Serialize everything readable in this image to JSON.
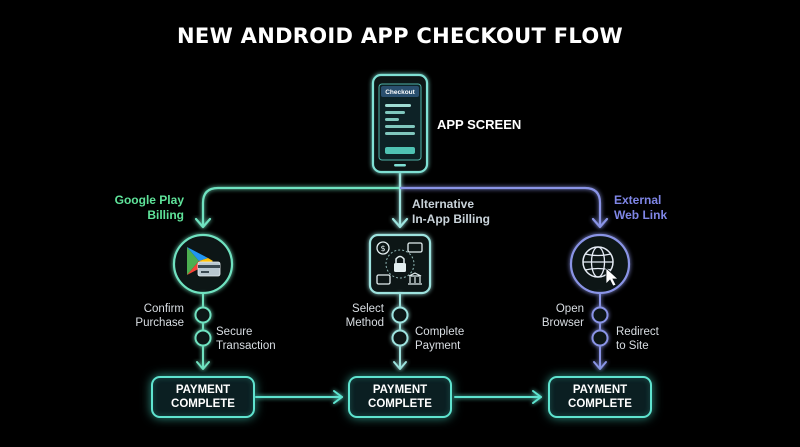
{
  "title": "NEW ANDROID APP CHECKOUT FLOW",
  "phone": {
    "screen_title": "Checkout",
    "label": "APP SCREEN"
  },
  "branches": {
    "google": {
      "line1": "Google Play",
      "line2": "Billing",
      "color": "#5fe39a"
    },
    "alternative": {
      "line1": "Alternative",
      "line2": "In-App Billing",
      "color": "#c9d3da"
    },
    "external": {
      "line1": "External",
      "line2": "Web Link",
      "color": "#7f86e6"
    }
  },
  "steps": {
    "google": [
      {
        "line1": "Confirm",
        "line2": "Purchase"
      },
      {
        "line1": "Secure",
        "line2": "Transaction"
      }
    ],
    "alternative": [
      {
        "line1": "Select",
        "line2": "Method"
      },
      {
        "line1": "Complete",
        "line2": "Payment"
      }
    ],
    "external": [
      {
        "line1": "Open",
        "line2": "Browser"
      },
      {
        "line1": "Redirect",
        "line2": "to Site"
      }
    ]
  },
  "outcome": {
    "line1": "PAYMENT",
    "line2": "COMPLETE"
  },
  "icons": {
    "phone": "smartphone-icon",
    "google": "google-play-card-icon",
    "alternative": "payment-methods-icon",
    "external": "globe-cursor-icon"
  },
  "colors": {
    "accent": "#5fe3cf",
    "background": "#000000"
  }
}
